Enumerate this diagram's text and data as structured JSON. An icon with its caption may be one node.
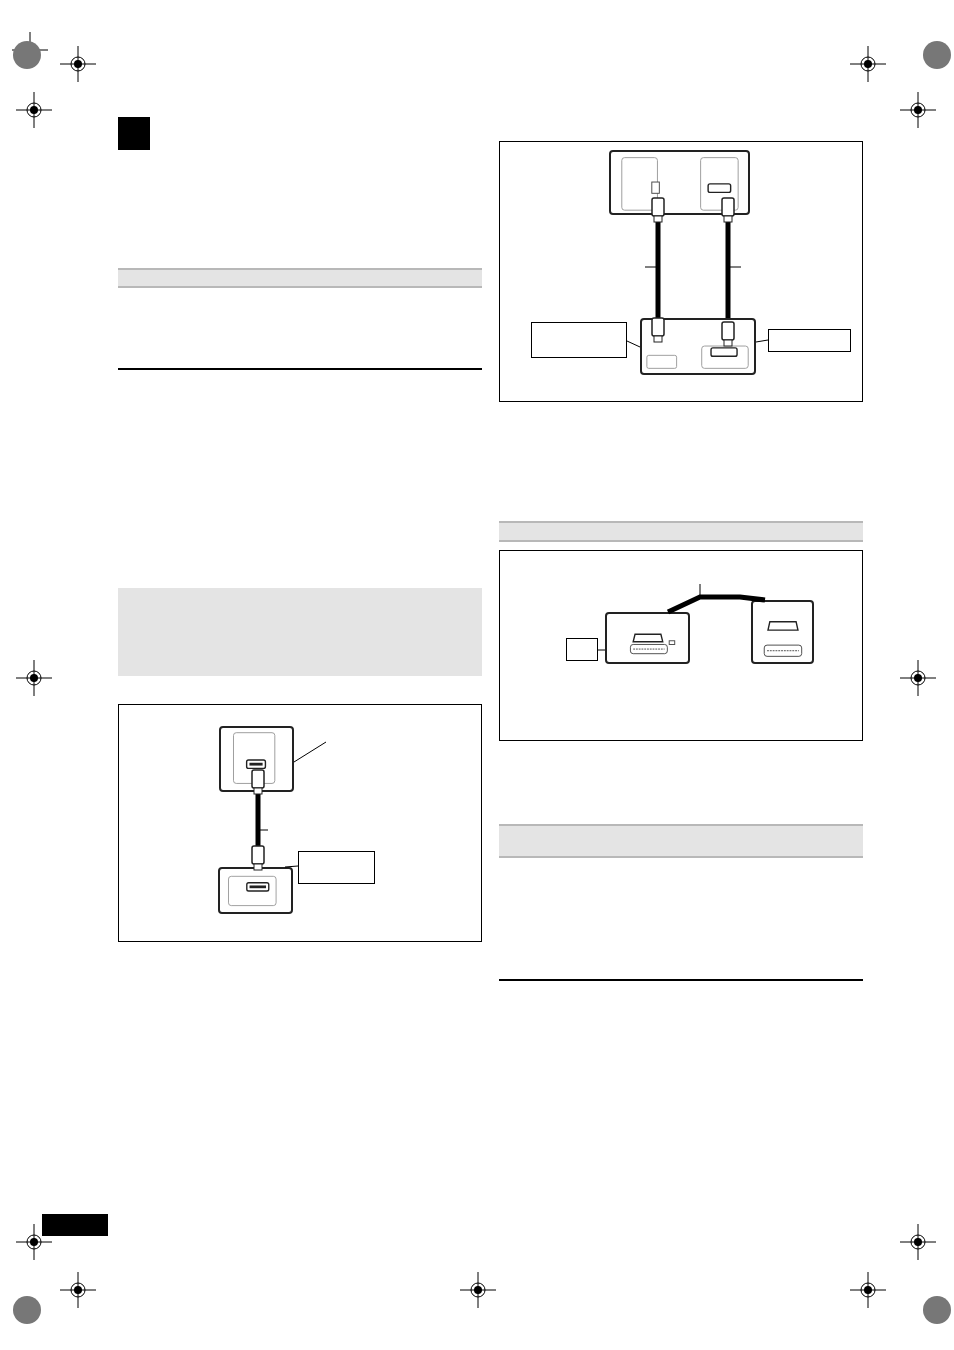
{
  "diagram": {
    "nodes": [
      {
        "text": [],
        "shape": "box"
      },
      {
        "text": [],
        "shape": "box"
      },
      {
        "text": [],
        "shape": "box"
      },
      {
        "text": [],
        "shape": "box"
      },
      {
        "text": [],
        "shape": "box"
      },
      {
        "text": [],
        "shape": "box"
      },
      {
        "text": [],
        "shape": "box"
      },
      {
        "text": [],
        "shape": "box"
      },
      {
        "text": [],
        "shape": "box"
      },
      {
        "text": [],
        "shape": "box"
      },
      {
        "text": [],
        "shape": "bar"
      },
      {
        "text": [],
        "shape": "bar"
      },
      {
        "text": [],
        "shape": "bar"
      },
      {
        "text": [],
        "shape": "bar"
      }
    ],
    "edges": [
      {
        "from": 0,
        "to": 1,
        "arrow": "none",
        "style": "thick"
      },
      {
        "from": 2,
        "to": 1,
        "arrow": "none"
      },
      {
        "from": null,
        "to": 0,
        "arrow": "none"
      },
      {
        "from": 3,
        "to": 4,
        "arrow": "none",
        "style": "thick"
      },
      {
        "from": 3,
        "to": 4,
        "arrow": "none",
        "style": "thick"
      },
      {
        "from": 5,
        "to": 4,
        "arrow": "none"
      },
      {
        "from": 6,
        "to": 4,
        "arrow": "none"
      },
      {
        "from": 7,
        "to": 8,
        "arrow": "none",
        "style": "thick"
      },
      {
        "from": 9,
        "to": 7,
        "arrow": "none"
      }
    ]
  }
}
